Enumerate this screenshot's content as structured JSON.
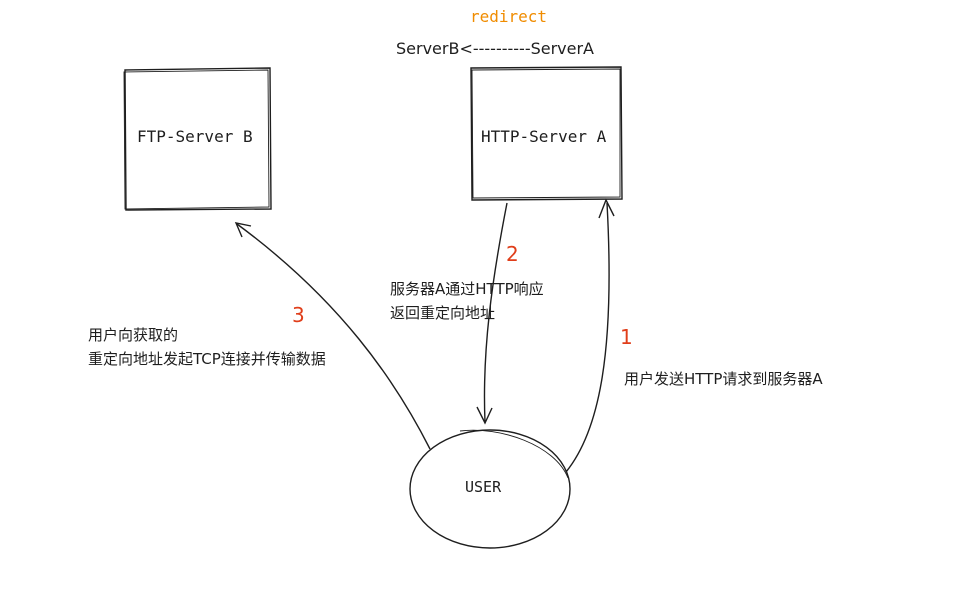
{
  "title_note": "redirect",
  "redirect_flow": "ServerB<----------ServerA",
  "nodes": {
    "ftp_server": "FTP-Server B",
    "http_server": "HTTP-Server A",
    "user": "USER"
  },
  "steps": [
    {
      "number": "1",
      "lines": [
        "用户发送HTTP请求到服务器A"
      ]
    },
    {
      "number": "2",
      "lines": [
        "服务器A通过HTTP响应",
        "返回重定向地址"
      ]
    },
    {
      "number": "3",
      "lines": [
        "用户向获取的",
        "重定向地址发起TCP连接并传输数据"
      ]
    }
  ],
  "colors": {
    "accent_orange": "#f08c00",
    "step_red": "#e03e1a",
    "stroke": "#1e1e1e"
  }
}
